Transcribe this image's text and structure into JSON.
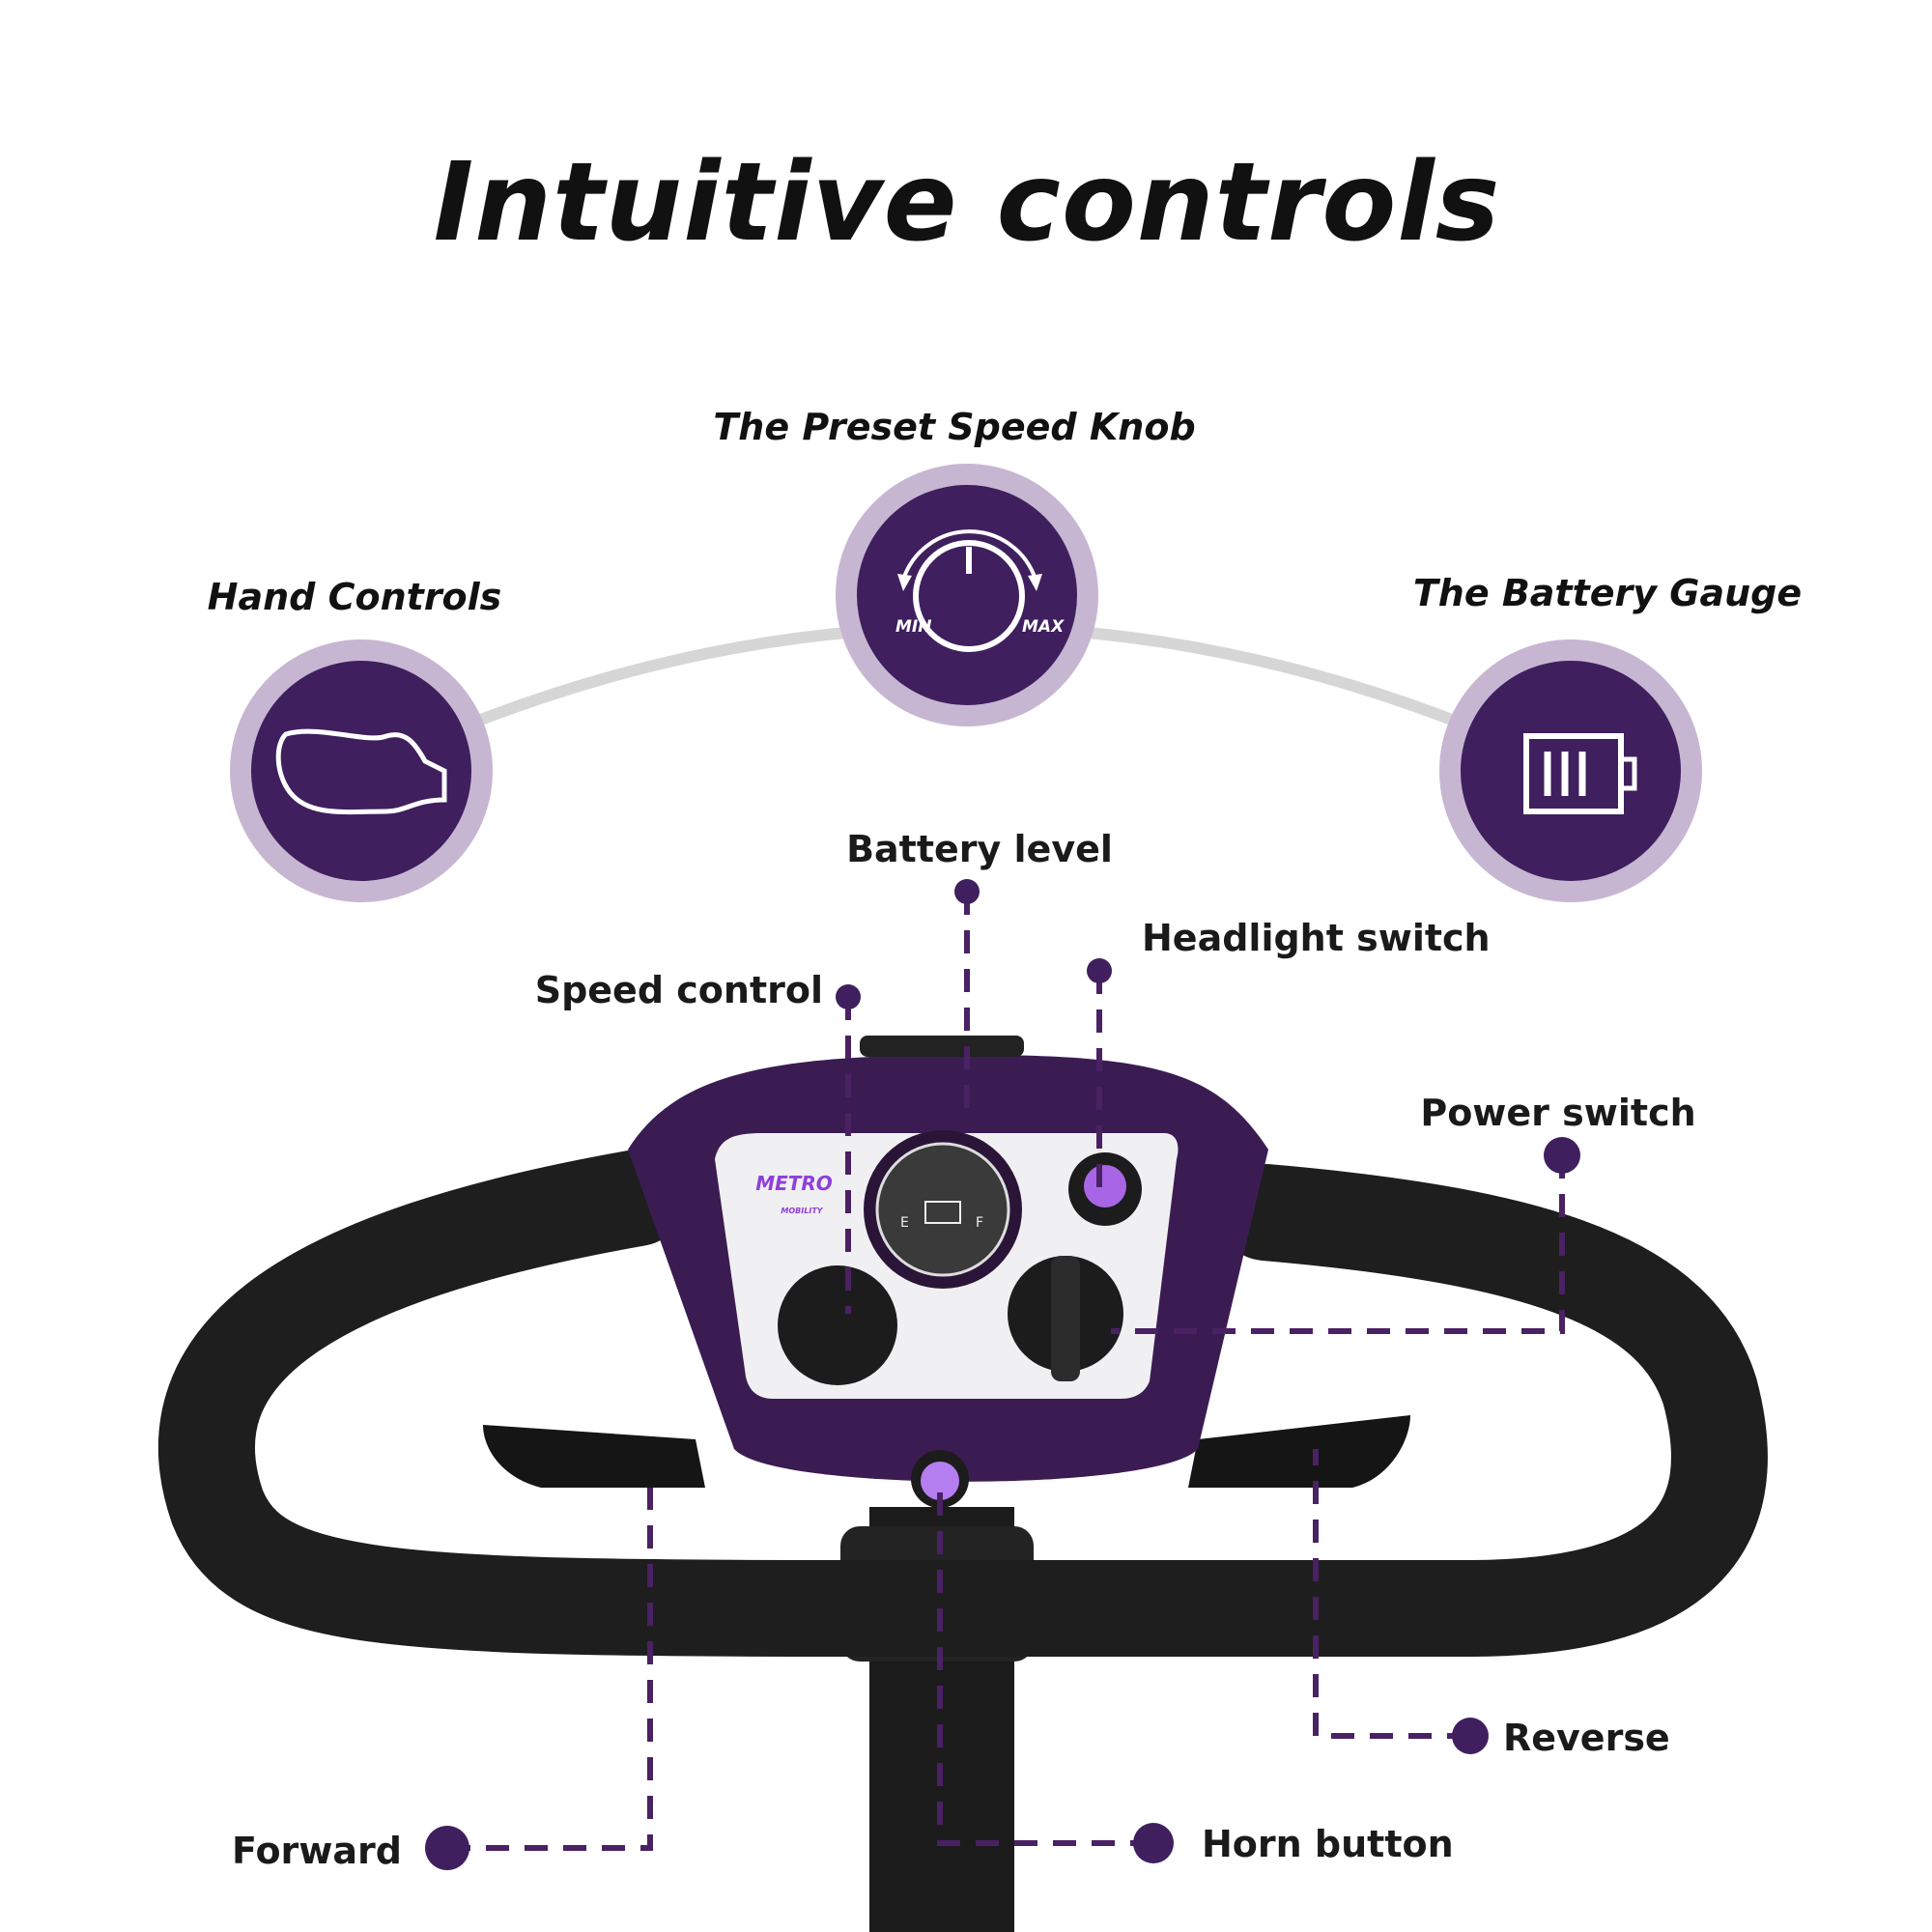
{
  "title": "Intuitive controls",
  "colors": {
    "accent": "#3f1f5e",
    "ring": "#c7b6d2",
    "dash": "#4a2163",
    "button": "#a866e6"
  },
  "features": [
    {
      "label": "Hand Controls",
      "icon": "hand-grip-icon"
    },
    {
      "label": "The Preset Speed Knob",
      "icon": "speed-dial-icon",
      "min_label": "MIN",
      "max_label": "MAX"
    },
    {
      "label": "The Battery Gauge",
      "icon": "battery-icon"
    }
  ],
  "callouts": {
    "battery_level": "Battery level",
    "headlight_switch": "Headlight switch",
    "speed_control": "Speed control",
    "power_switch": "Power switch",
    "reverse": "Reverse",
    "horn_button": "Horn button",
    "forward": "Forward"
  },
  "panel": {
    "brand": "METRO",
    "brand_sub": "MOBILITY",
    "gauge_e": "E",
    "gauge_f": "F"
  }
}
